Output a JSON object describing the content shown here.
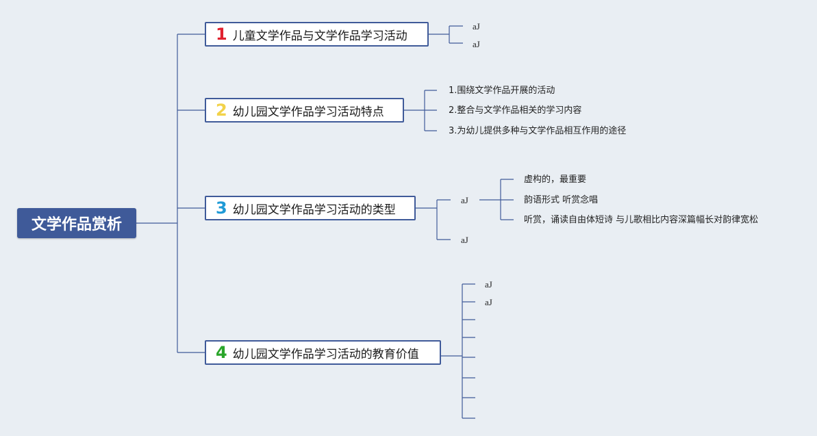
{
  "root": {
    "label": "文学作品赏析"
  },
  "topics": [
    {
      "number": "1",
      "number_color": "#e0202e",
      "label": "儿童文学作品与文学作品学习活动",
      "children": [
        "aJ",
        "aJ"
      ]
    },
    {
      "number": "2",
      "number_color": "#f2d24a",
      "label": "幼儿园文学作品学习活动特点",
      "children": [
        "1.围绕文学作品开展的活动",
        "2.整合与文学作品相关的学习内容",
        "3.为幼儿提供多种与文学作品相互作用的途径"
      ]
    },
    {
      "number": "3",
      "number_color": "#1f9ad6",
      "label": "幼儿园文学作品学习活动的类型",
      "children": [
        {
          "label": "aJ",
          "children": [
            "虚构的，最重要",
            "韵语形式 听赏念唱",
            "听赏，诵读自由体短诗 与儿歌相比内容深篇幅长对韵律宽松"
          ]
        },
        {
          "label": "aJ"
        }
      ]
    },
    {
      "number": "4",
      "number_color": "#2aa52a",
      "label": "幼儿园文学作品学习活动的教育价值",
      "children": [
        "aJ",
        "aJ",
        "",
        "",
        "",
        "",
        "",
        ""
      ]
    }
  ],
  "line_color": "#3f5a99"
}
